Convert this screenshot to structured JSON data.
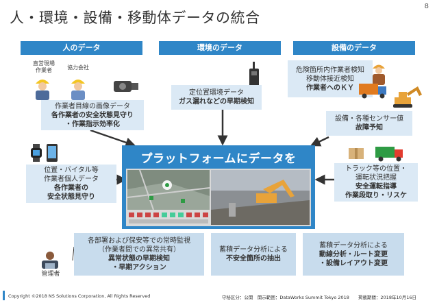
{
  "title": "人・環境・設備・移動体データの統合",
  "page_number": "8",
  "categories": {
    "people": "人のデータ",
    "environment": "環境のデータ",
    "equipment": "設備のデータ"
  },
  "worker_labels": {
    "site_worker": "直営現場\n作業者",
    "partner": "協力会社"
  },
  "boxes": {
    "worker_image": {
      "line1": "作業者目線の画像データ",
      "line2": "各作業者の安全状態見守り",
      "line3": "・作業指示効率化"
    },
    "env_sensor": {
      "line1": "定位置環境データ",
      "line2": "ガス漏れなどの早期検知"
    },
    "danger_zone": {
      "line1": "危険箇所内作業者検知",
      "line2": "移動体接近検知",
      "line3": "作業者へのＫＹ"
    },
    "equipment_sensor": {
      "line1": "設備・各種センサー値",
      "line2": "故障予知"
    },
    "vital": {
      "line1": "位置・バイタル等",
      "line2": "作業者個人データ",
      "line3": "各作業者の",
      "line4": "安全状態見守り"
    },
    "truck": {
      "line1": "トラック等の位置・",
      "line2": "運転状況把握",
      "line3": "安全運転指導",
      "line4": "作業段取り・リスケ"
    },
    "monitoring": {
      "line1": "各部署および保安等での常時監視",
      "line2": "（作業者間での異常共有）",
      "line3": "異常状態の早期検知",
      "line4": "・早期アクション"
    },
    "analysis1": {
      "line1": "蓄積データ分析による",
      "line2": "不安全箇所の抽出"
    },
    "analysis2": {
      "line1": "蓄積データ分析による",
      "line2": "動線分析・ルート変更",
      "line3": "・設備レイアウト変更"
    }
  },
  "platform_title": "プラットフォームにデータを",
  "manager_label": "管理者",
  "footer": {
    "copyright": "Copyright ©2018 NS Solutions Corporation, All Rights Reserved",
    "meta": "守秘区分：公開　開示範囲：DataWorks Summit Tokyo 2018　　掲載期間：2018年10月16日"
  },
  "colors": {
    "accent": "#2f86c7",
    "box": "#dbe9f5",
    "box_dark": "#c8dced"
  },
  "icons": [
    "worker-icon",
    "camera-icon",
    "radio-icon",
    "smartwatch-icon",
    "smartphone-icon",
    "truck-icon",
    "excavator-icon",
    "box-icon",
    "manager-icon"
  ]
}
